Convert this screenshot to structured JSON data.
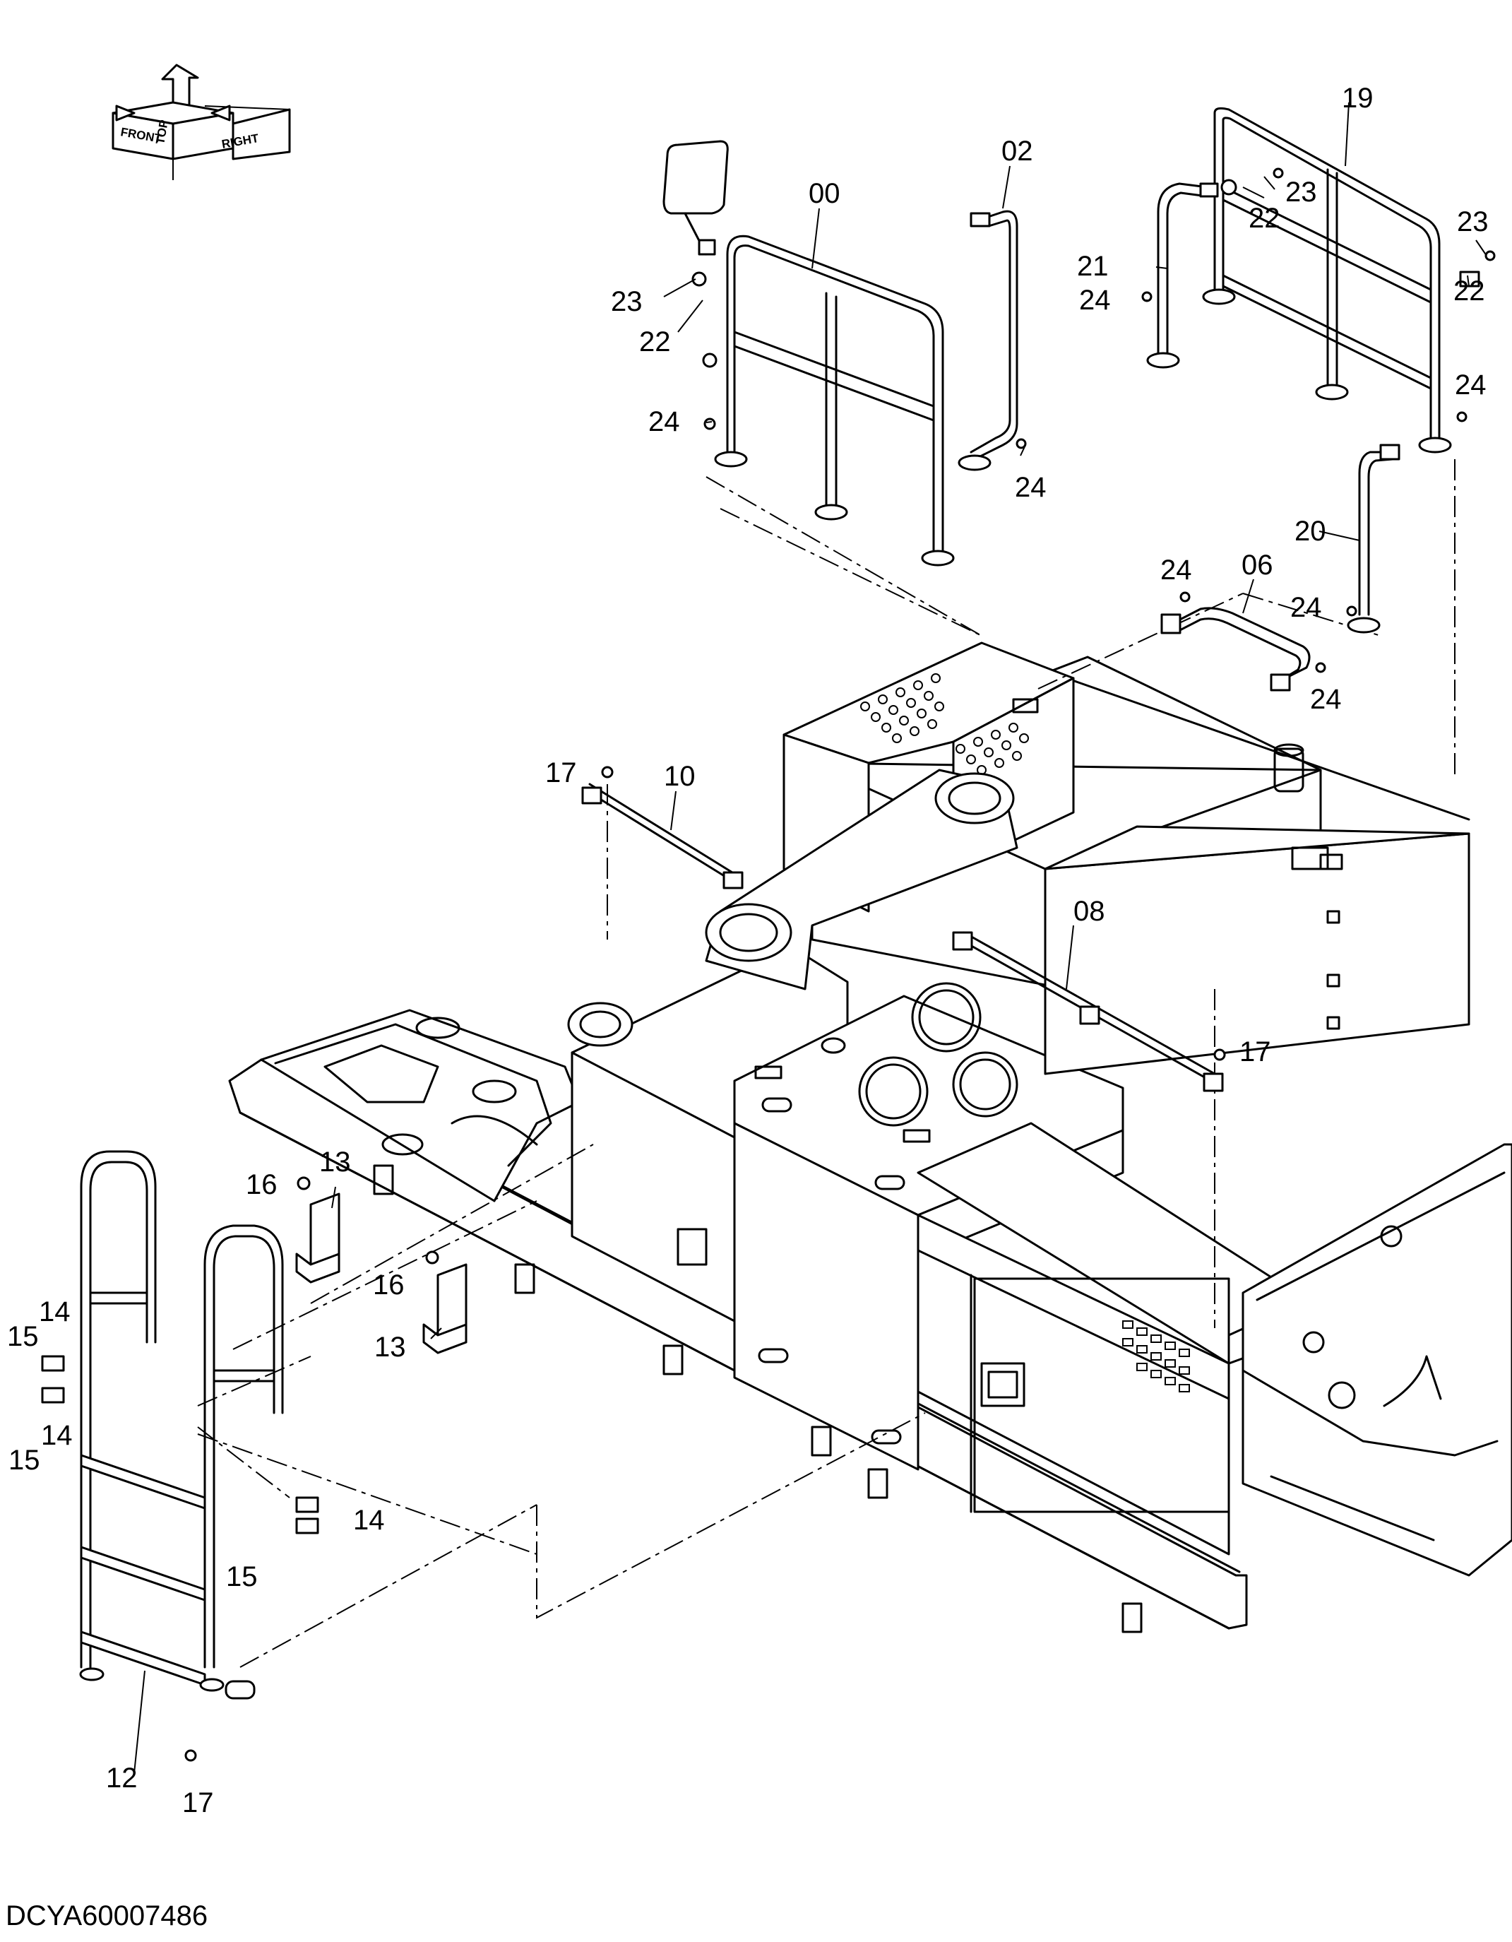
{
  "diagram": {
    "code": "DCYA60007486",
    "orientation_labels": [
      "FRONT",
      "TOP",
      "RIGHT"
    ],
    "callouts": [
      {
        "id": "c00",
        "label": "00"
      },
      {
        "id": "c02",
        "label": "02"
      },
      {
        "id": "c06",
        "label": "06"
      },
      {
        "id": "c08",
        "label": "08"
      },
      {
        "id": "c10",
        "label": "10"
      },
      {
        "id": "c12",
        "label": "12"
      },
      {
        "id": "c13a",
        "label": "13"
      },
      {
        "id": "c13b",
        "label": "13"
      },
      {
        "id": "c14a",
        "label": "14"
      },
      {
        "id": "c14b",
        "label": "14"
      },
      {
        "id": "c14c",
        "label": "14"
      },
      {
        "id": "c15a",
        "label": "15"
      },
      {
        "id": "c15b",
        "label": "15"
      },
      {
        "id": "c15c",
        "label": "15"
      },
      {
        "id": "c16a",
        "label": "16"
      },
      {
        "id": "c16b",
        "label": "16"
      },
      {
        "id": "c17a",
        "label": "17"
      },
      {
        "id": "c17b",
        "label": "17"
      },
      {
        "id": "c17c",
        "label": "17"
      },
      {
        "id": "c19",
        "label": "19"
      },
      {
        "id": "c20",
        "label": "20"
      },
      {
        "id": "c21",
        "label": "21"
      },
      {
        "id": "c22a",
        "label": "22"
      },
      {
        "id": "c22b",
        "label": "22"
      },
      {
        "id": "c22c",
        "label": "22"
      },
      {
        "id": "c23a",
        "label": "23"
      },
      {
        "id": "c23b",
        "label": "23"
      },
      {
        "id": "c23c",
        "label": "23"
      },
      {
        "id": "c24a",
        "label": "24"
      },
      {
        "id": "c24b",
        "label": "24"
      },
      {
        "id": "c24c",
        "label": "24"
      },
      {
        "id": "c24d",
        "label": "24"
      },
      {
        "id": "c24e",
        "label": "24"
      },
      {
        "id": "c24f",
        "label": "24"
      },
      {
        "id": "c24g",
        "label": "24"
      }
    ]
  }
}
